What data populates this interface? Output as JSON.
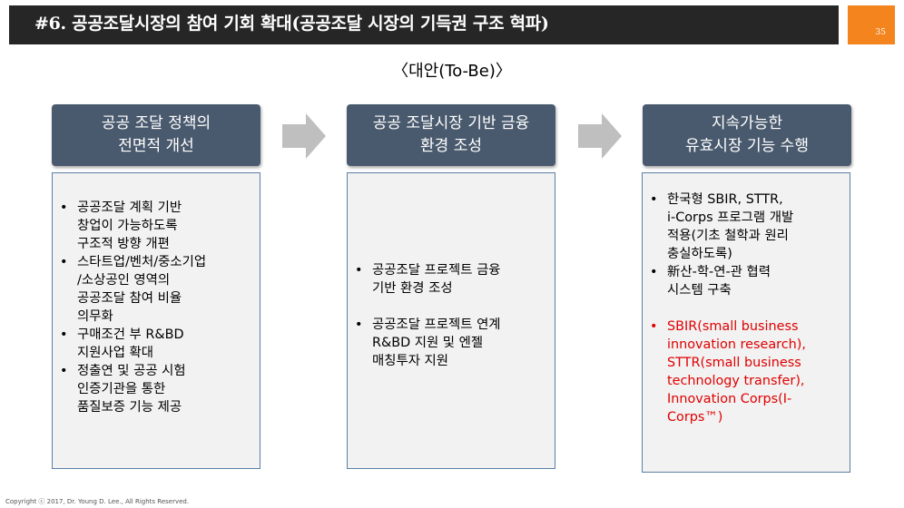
{
  "header": {
    "title": "#6. 공공조달시장의 참여 기회 확대(공공조달 시장의 기득권 구조 혁파)",
    "page_number": "35"
  },
  "subtitle": "〈대안(To-Be)〉",
  "columns": [
    {
      "heading": [
        "공공 조달 정책의",
        "전면적 개선"
      ],
      "items": [
        {
          "lines": [
            "공공조달 계획 기반",
            "창업이 가능하도록",
            "구조적 방향 개편"
          ]
        },
        {
          "lines": [
            "스타트업/벤처/중소기업",
            "/소상공인 영역의",
            "공공조달 참여 비율",
            "의무화"
          ]
        },
        {
          "lines": [
            "구매조건 부 R&BD",
            "지원사업 확대"
          ]
        },
        {
          "lines": [
            "정출연 및 공공 시험",
            "인증기관을 통한",
            "품질보증 기능 제공"
          ]
        }
      ]
    },
    {
      "heading": [
        "공공 조달시장 기반 금융",
        "환경 조성"
      ],
      "items": [
        {
          "lines": [
            "공공조달 프로젝트 금융",
            "기반 환경 조성"
          ]
        },
        {
          "lines": [
            "공공조달 프로젝트 연계",
            "R&BD 지원 및 엔젤",
            "매칭투자 지원"
          ]
        }
      ]
    },
    {
      "heading": [
        "지속가능한",
        "유효시장 기능 수행"
      ],
      "items": [
        {
          "lines": [
            "한국형 SBIR, STTR,",
            "i-Corps 프로그램 개발",
            "적용(기초 철학과 원리",
            "충실하도록)"
          ]
        },
        {
          "lines": [
            "新산-학-연-관 협력",
            "시스템 구축"
          ]
        },
        {
          "lines": [
            "SBIR(small business",
            "innovation research),",
            "STTR(small business",
            "technology transfer),",
            "Innovation Corps(I-",
            "Corps™)"
          ],
          "highlight": true
        }
      ]
    }
  ],
  "bullet_char": "•",
  "footer": "Copyright ⓒ 2017, Dr. Young D. Lee., All Rights Reserved.",
  "colors": {
    "title_bar": "#262626",
    "page_badge": "#f3841e",
    "heading_box": "#4a5a6e",
    "content_border": "#5b7fa6",
    "content_fill": "#f2f2f2",
    "arrow": "#bfbfbf",
    "highlight_text": "#e00000"
  }
}
